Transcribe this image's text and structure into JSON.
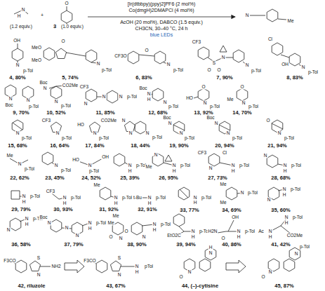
{
  "diagram": {
    "labels": [
      "N",
      "H",
      "(1.2 equiv.)",
      "+",
      "O",
      "3",
      "(1.0 equiv.)",
      "[Ir(dtbbpy)(ppy)2]PF6 (2 mol%)",
      "Co(dmgH)2DMAPCl (4 mol%)",
      "AcOH (20 mol%), DABCO (1.5 equiv.)",
      "CH3CN, 30–40 °C, 24 h",
      "blue LEDs",
      "N",
      "Me",
      "OH",
      "N",
      "p-Tol",
      "4, 80%",
      "MeO",
      "MeO",
      "O",
      "N",
      "p-Tol",
      "5, 74%",
      "CF3O",
      "O",
      "N",
      "p-Tol",
      "6, 83%",
      "CF3",
      "S",
      "O",
      "O",
      "N",
      "N",
      "p-Tol",
      "7, 90%",
      "Cl",
      "OH",
      "N",
      "p-Tol",
      "8, 83%",
      "Boc",
      "N",
      "N",
      "p-Tol",
      "9, 70%",
      "Boc",
      "N",
      "CO2Me",
      "N",
      "p-Tol",
      "10, 52%",
      "CF3",
      "N",
      "N",
      "N",
      "p-Tol",
      "11, 85%",
      "Boc",
      "N",
      "H",
      "N",
      "p-Tol",
      "12, 68%",
      "HO",
      "O",
      "N",
      "p-Tol",
      "13, 92%",
      "O",
      "Me",
      "N",
      "p-Tol",
      "14, 70%",
      "N",
      "p-Tol",
      "15, 68%",
      "CF3",
      "N",
      "p-Tol",
      "16, 64%",
      "HO",
      "CO2Me",
      "N",
      "p-Tol",
      "17, 84%",
      "N",
      "N",
      "N",
      "p-Tol",
      "18, 44%",
      "Boc",
      "N",
      "N",
      "p-Tol",
      "19, 90%",
      "Boc",
      "N",
      "N",
      "p-Tol",
      "20, 94%",
      "O",
      "N",
      "p-Tol",
      "21, 94%",
      "Me",
      "N",
      "p-Tol",
      "22, 62%",
      "N",
      "p-Tol",
      "23, 45%",
      "HO",
      "N",
      "OH",
      "p-Tol",
      "24, 52%",
      "N",
      "H",
      "p-Tol",
      "25, 39%",
      "N",
      "Me",
      "N",
      "H",
      "p-Tol",
      "26, 95%",
      "CF3",
      "Cl",
      "N",
      "N",
      "H",
      "p-Tol",
      "27, 73%",
      "N",
      "N",
      "H",
      "p-Tol",
      "28, 68%",
      "N",
      "H",
      "p-Tol",
      "29, 79%",
      "CF3",
      "N",
      "H",
      "p-Tol",
      "30, 93%",
      "Me",
      "N",
      "H",
      "p-Tol",
      "31, 92%",
      "t-Bu",
      "N",
      "H",
      "p-Tol",
      "32, 91%",
      "N",
      "H",
      "p-Tol",
      "33, 77%",
      "Me",
      "Me",
      "N",
      "p-Tol",
      "34, 69%",
      "N",
      "N",
      "H",
      "p-Tol",
      "35, 60%",
      "N",
      "N",
      "H",
      "p-Tol",
      "36, 58%",
      "Boc",
      "N",
      "N",
      "N",
      "N",
      "H",
      "p-Tol",
      "37, 79%",
      "Me",
      "Me",
      "O",
      "O",
      "N",
      "N",
      "N",
      "H",
      "p-Tol",
      "38, 90%",
      "EtO2C",
      "N",
      "H",
      "p-Tol",
      "39, 94%",
      "OH",
      "H2N",
      "O",
      "N",
      "H",
      "p-Tol",
      "40, 86%",
      "N",
      "H",
      "p-Tol",
      "Ac",
      "N",
      "H",
      "CO2Me",
      "41, 42%",
      "F3CO",
      "S",
      "N",
      "NH2",
      "42, riluzole",
      "F3CO",
      "S",
      "N",
      "N",
      "H",
      "pTol",
      "43, 67%",
      "H",
      "N",
      "O",
      "N",
      "44, (–)-cytisine",
      "p-Tol",
      "N",
      "O",
      "N",
      "45, 87%"
    ]
  }
}
